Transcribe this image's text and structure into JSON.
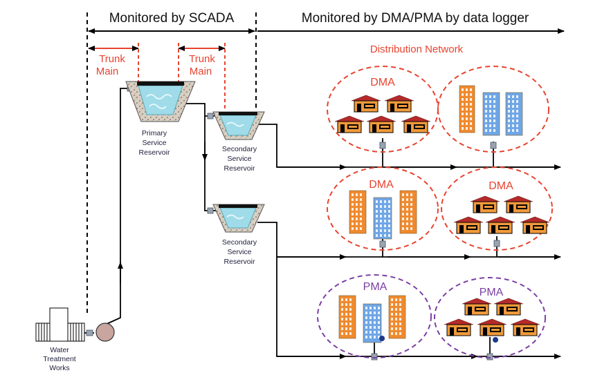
{
  "header": {
    "scada": "Monitored by SCADA",
    "dma_pma": "Monitored by DMA/PMA by data logger"
  },
  "trunk_main_1": [
    "Trunk",
    "Main"
  ],
  "trunk_main_2": [
    "Trunk",
    "Main"
  ],
  "distribution_network": "Distribution Network",
  "primary_reservoir": [
    "Primary",
    "Service",
    "Reservoir"
  ],
  "secondary_reservoir_1": [
    "Secondary",
    "Service",
    "Reservoir"
  ],
  "secondary_reservoir_2": [
    "Secondary",
    "Service",
    "Reservoir"
  ],
  "water_treatment": [
    "Water",
    "Treatment",
    "Works"
  ],
  "zones": [
    {
      "label": "DMA",
      "kind": "dma"
    },
    {
      "label": "",
      "kind": "dma"
    },
    {
      "label": "DMA",
      "kind": "dma"
    },
    {
      "label": "DMA",
      "kind": "dma"
    },
    {
      "label": "PMA",
      "kind": "pma"
    },
    {
      "label": "PMA",
      "kind": "pma"
    }
  ],
  "colors": {
    "dma": "#e8432f",
    "pma": "#7a3fa3",
    "roof": "#b52a2a",
    "house": "#f19a3a",
    "water": "#9fdbe8",
    "building_orange": "#f08a2e",
    "building_blue": "#6fa6e6",
    "line": "#000000"
  }
}
